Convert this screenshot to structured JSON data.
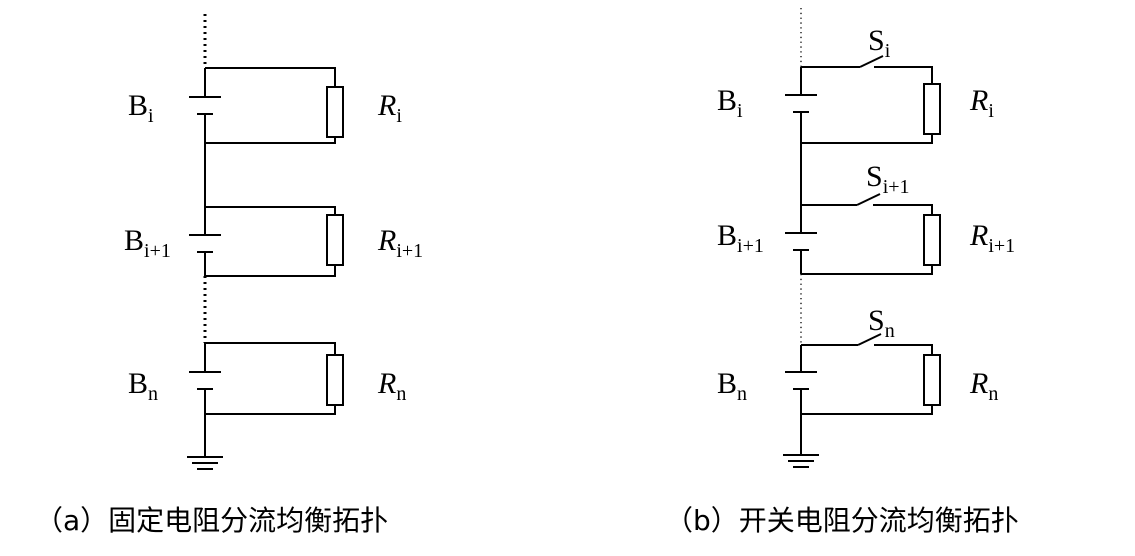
{
  "diagram_a": {
    "caption": "（a）固定电阻分流均衡拓扑",
    "batteries": [
      {
        "base": "B",
        "sub": "i"
      },
      {
        "base": "B",
        "sub": "i+1"
      },
      {
        "base": "B",
        "sub": "n"
      }
    ],
    "resistors": [
      {
        "base": "R",
        "sub": "i"
      },
      {
        "base": "R",
        "sub": "i+1"
      },
      {
        "base": "R",
        "sub": "n"
      }
    ]
  },
  "diagram_b": {
    "caption": "（b）开关电阻分流均衡拓扑",
    "batteries": [
      {
        "base": "B",
        "sub": "i"
      },
      {
        "base": "B",
        "sub": "i+1"
      },
      {
        "base": "B",
        "sub": "n"
      }
    ],
    "resistors": [
      {
        "base": "R",
        "sub": "i"
      },
      {
        "base": "R",
        "sub": "i+1"
      },
      {
        "base": "R",
        "sub": "n"
      }
    ],
    "switches": [
      {
        "base": "S",
        "sub": "i"
      },
      {
        "base": "S",
        "sub": "i+1"
      },
      {
        "base": "S",
        "sub": "n"
      }
    ]
  }
}
